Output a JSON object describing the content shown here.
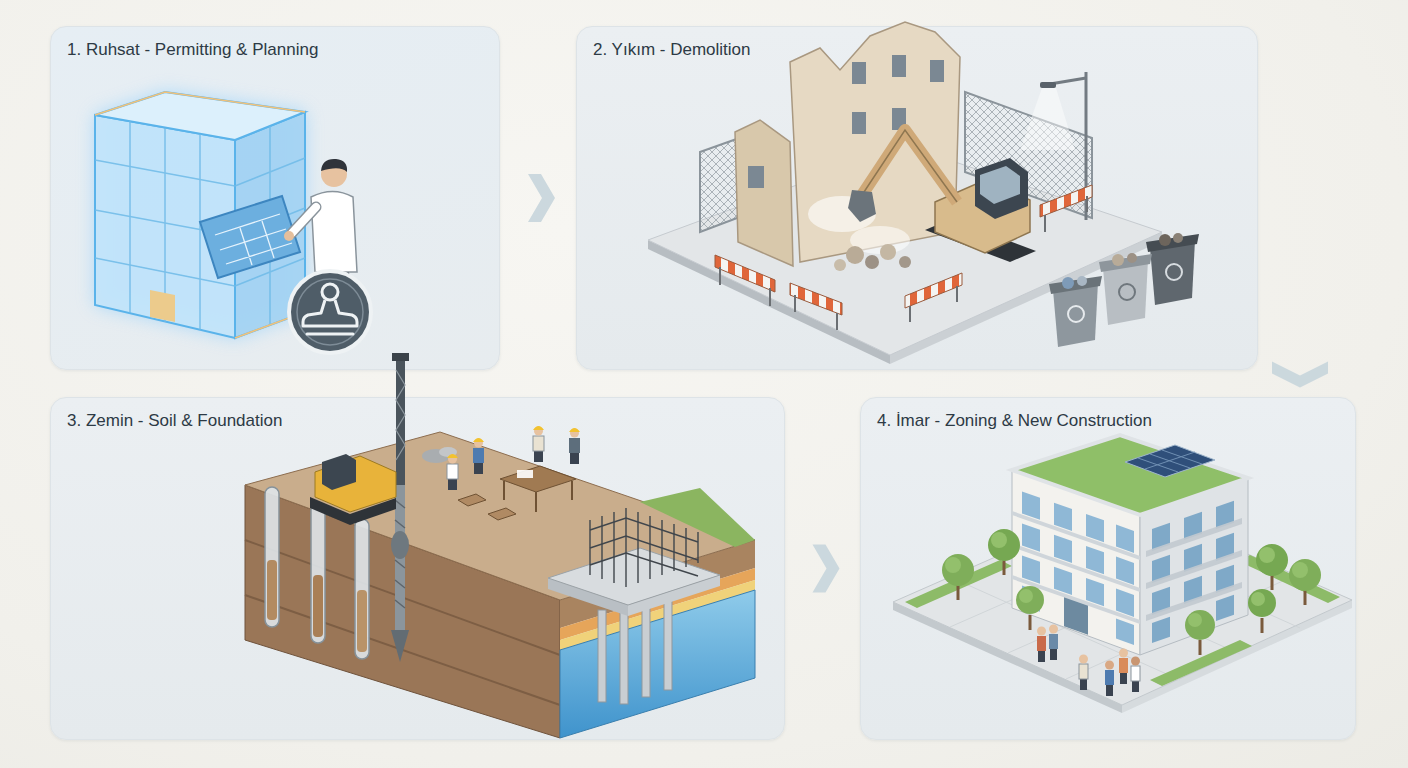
{
  "diagram": {
    "nodes": [
      {
        "text": [
          "1. Ruhsat - Permitting & Planning"
        ]
      },
      {
        "text": [
          "2. Yıkım - Demolition"
        ]
      },
      {
        "text": [
          "3. Zemin - Soil & Foundation"
        ]
      },
      {
        "text": [
          "4. İmar - Zoning & New Construction"
        ]
      }
    ],
    "edges": [
      {
        "from": 0,
        "to": 1,
        "arrow": "to"
      },
      {
        "from": 1,
        "to": 3,
        "arrow": "to"
      },
      {
        "from": 2,
        "to": 3,
        "arrow": "to"
      }
    ]
  }
}
